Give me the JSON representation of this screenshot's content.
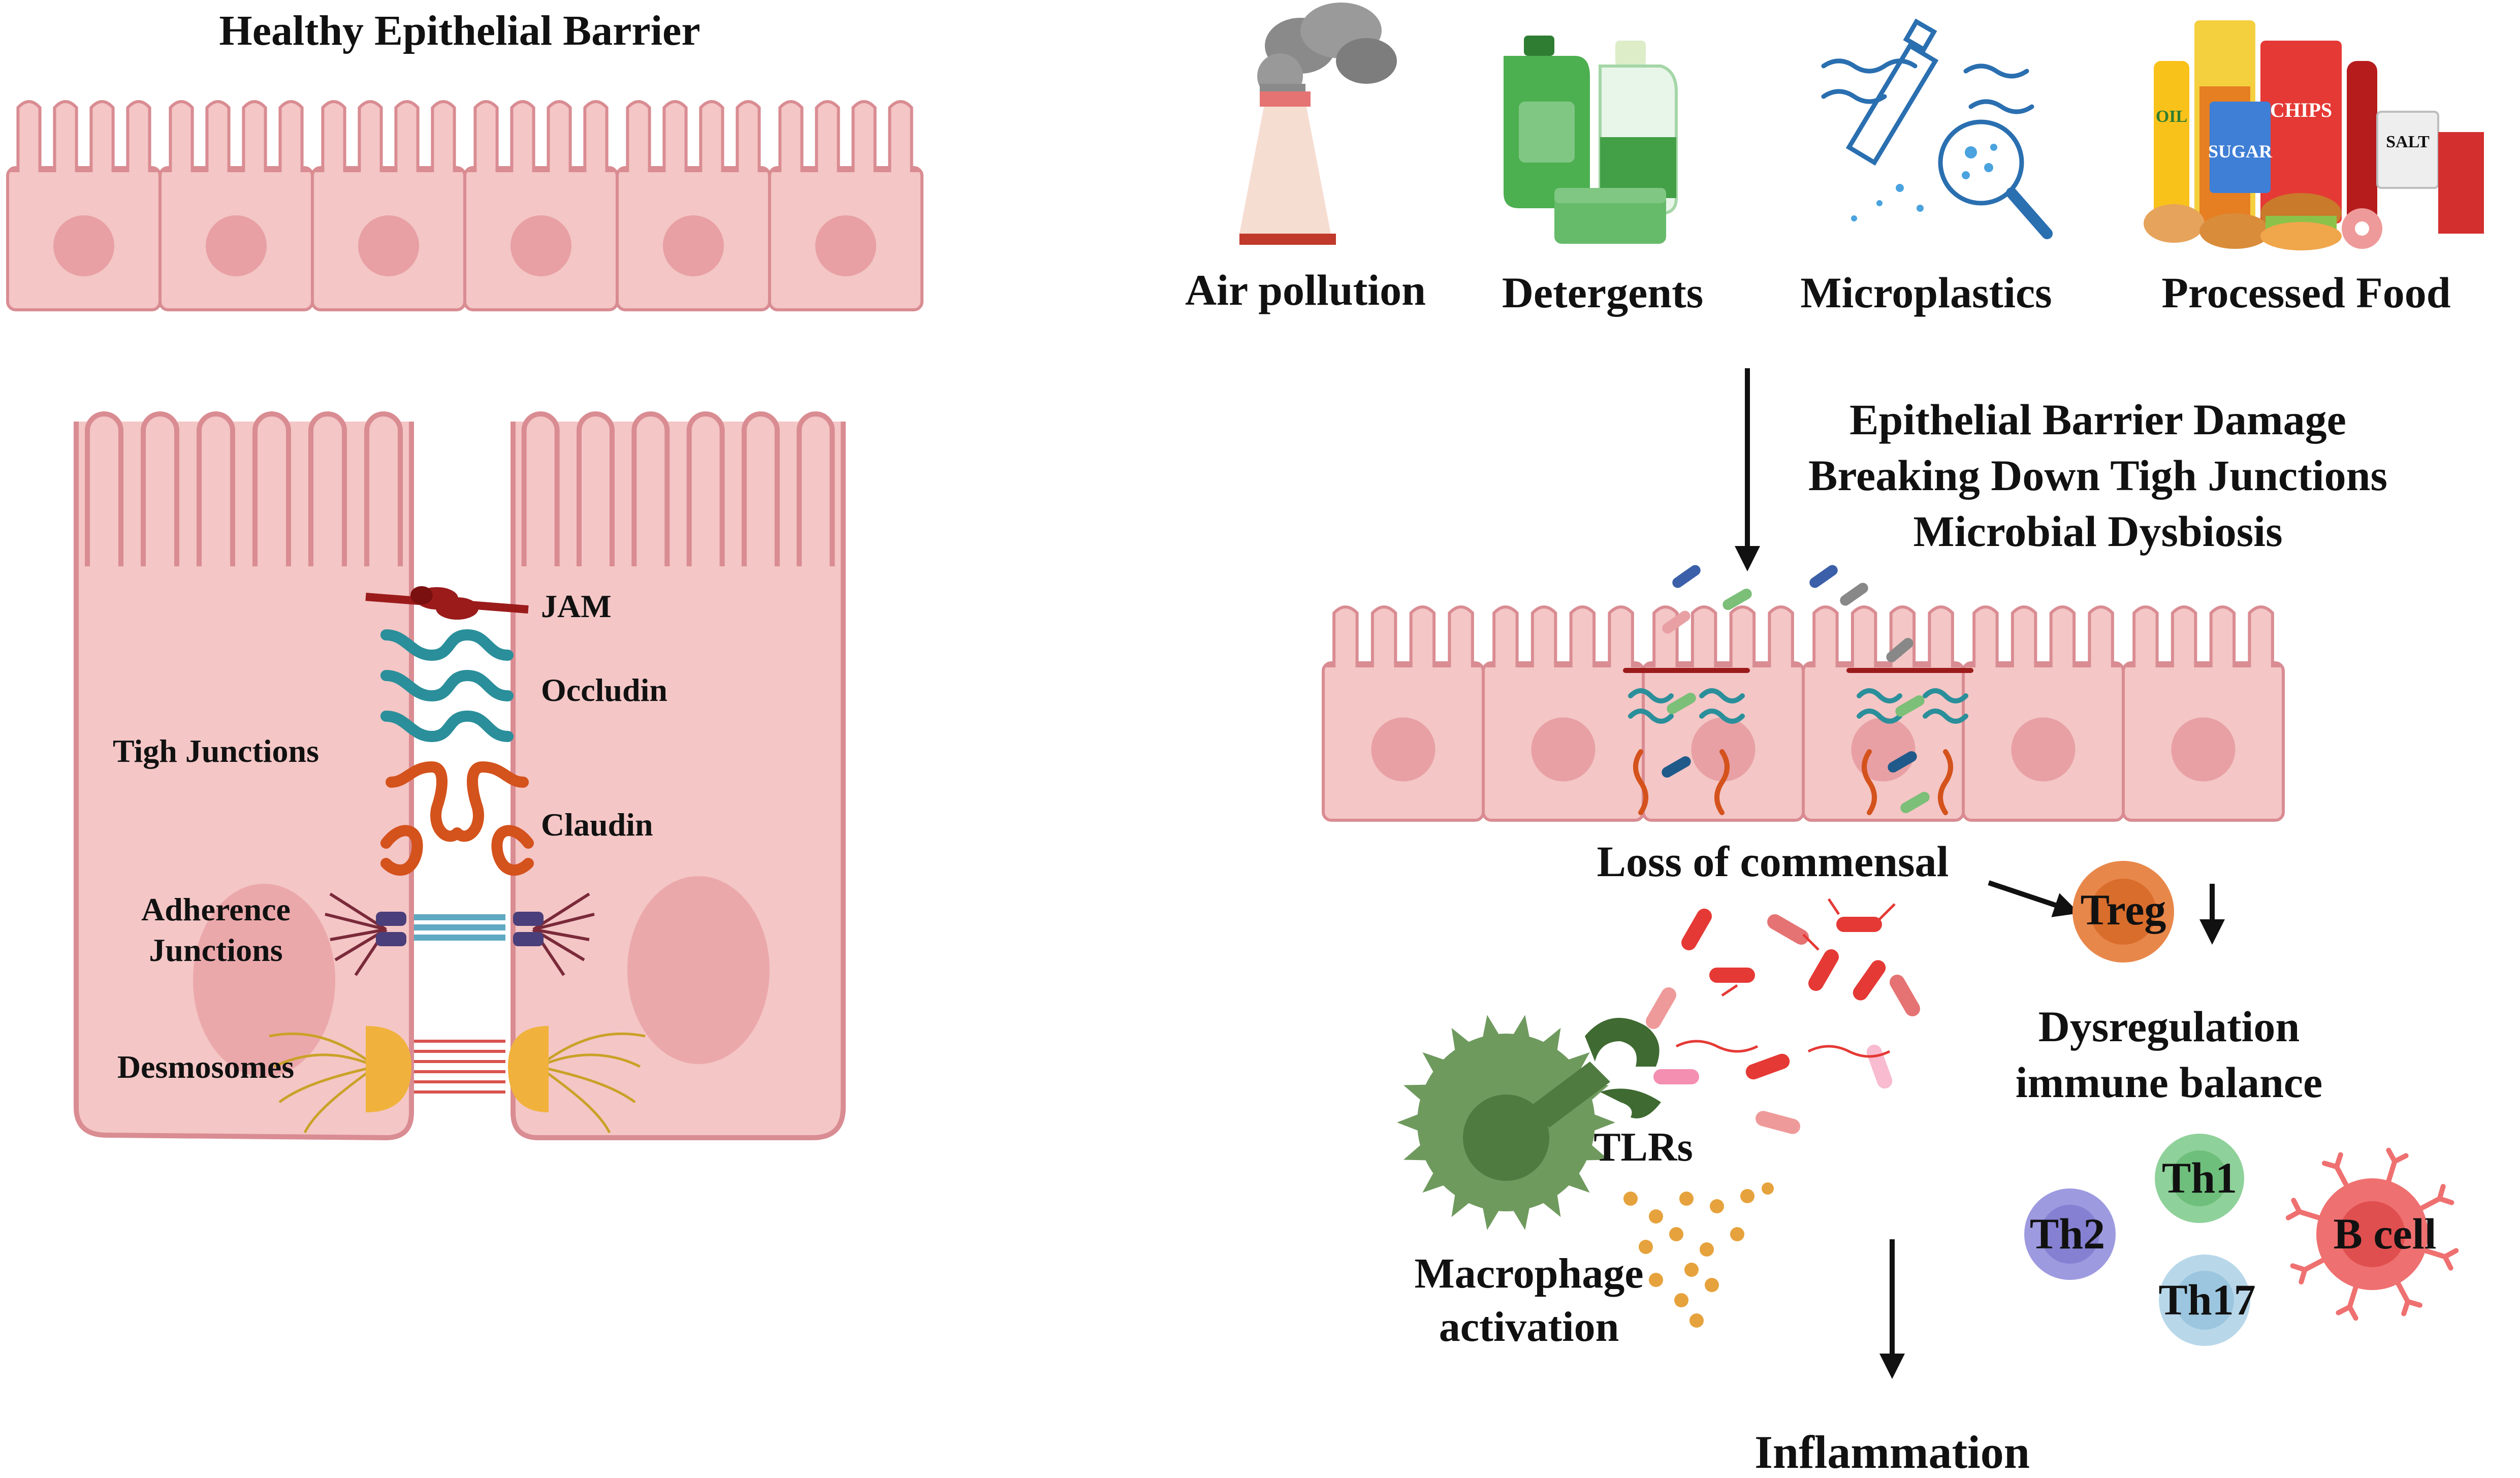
{
  "left_panel": {
    "title": "Healthy Epithelial Barrier",
    "labels": {
      "jam": "JAM",
      "occludin": "Occludin",
      "claudin": "Claudin",
      "tight_junctions": "Tigh Junctions",
      "adherence_line1": "Adherence",
      "adherence_line2": "Junctions",
      "desmosomes": "Desmosomes"
    }
  },
  "factors": [
    {
      "label": "Air pollution",
      "icon": "factory-smokestack-icon"
    },
    {
      "label": "Detergents",
      "icon": "detergent-bottles-icon"
    },
    {
      "label": "Microplastics",
      "icon": "microplastics-icon"
    },
    {
      "label": "Processed Food",
      "icon": "processed-food-icon"
    }
  ],
  "food_tags": {
    "oil": "OIL",
    "chips": "CHIPS",
    "sugar": "SUGAR",
    "salt": "SALT"
  },
  "damage_effects": [
    "Epithelial Barrier Damage",
    "Breaking Down Tigh Junctions",
    "Microbial Dysbiosis"
  ],
  "loss_of_commensal": "Loss of commensal",
  "treg": "Treg",
  "dysregulation": [
    "Dysregulation",
    "immune balance"
  ],
  "cells": {
    "th1": "Th1",
    "th2": "Th2",
    "th17": "Th17",
    "bcell": "B cell"
  },
  "tlrs": "TLRs",
  "macrophage": [
    "Macrophage",
    "activation"
  ],
  "inflammation": "Inflammation",
  "colors": {
    "cell_fill": "#f4c6c6",
    "cell_stroke": "#d98c92",
    "nucleus": "#e8a0a4",
    "jam": "#9b1b1b",
    "occludin": "#2a8f9a",
    "claudin": "#d4521c",
    "adherence": "#4a3f7a",
    "desmosome": "#f0b23c",
    "macrophage": "#6f9a5e",
    "treg": "#e8874a",
    "th1": "#8fd19a",
    "th2": "#9e9ae0",
    "th17": "#b8d8ea",
    "bcell": "#ef7070",
    "bacteria": "#e53935"
  }
}
